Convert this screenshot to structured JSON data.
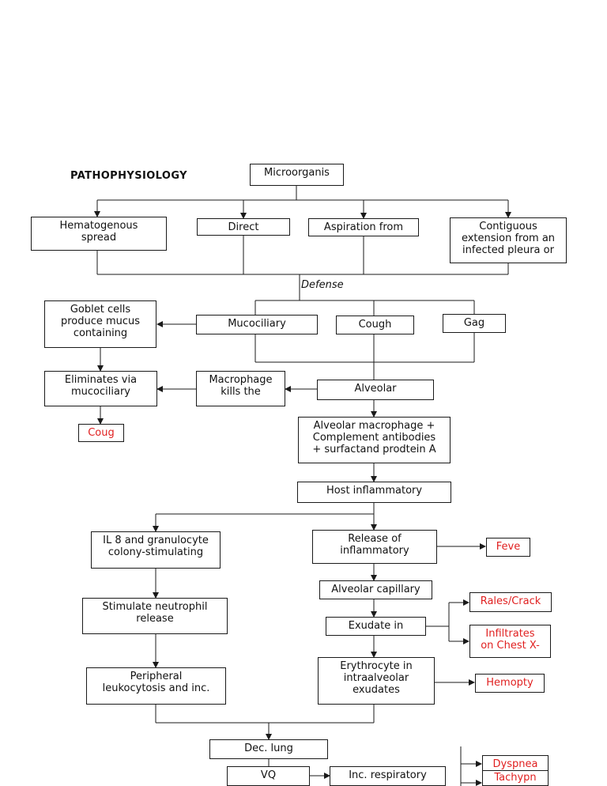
{
  "title": "PATHOPHYSIOLOGY",
  "nodes": {
    "microorganism": "Microorganis",
    "hematogenous": "Hematogenous\nspread",
    "direct": "Direct",
    "aspiration": "Aspiration from",
    "contiguous": "Contiguous\nextension from an\ninfected pleura or",
    "defense": "Defense",
    "goblet": "Goblet cells\nproduce mucus\ncontaining",
    "mucociliary": "Mucociliary",
    "cough": "Cough",
    "gag": "Gag",
    "eliminates": "Eliminates via\nmucociliary",
    "macrophage_kills": "Macrophage\nkills the",
    "alveolar": "Alveolar",
    "cough_sign": "Coug",
    "alveolar_macrophage": "Alveolar macrophage +\nComplement antibodies\n+ surfactand prodtein A",
    "host_inflammatory": "Host inflammatory",
    "il8": "IL 8 and granulocyte\ncolony-stimulating",
    "release_inflammatory": "Release of\ninflammatory",
    "fever": "Feve",
    "alveolar_capillary": "Alveolar capillary",
    "stimulate_neutrophil": "Stimulate neutrophil\nrelease",
    "exudate": "Exudate in",
    "rales": "Rales/Crack",
    "infiltrates": "Infiltrates\non Chest X-",
    "peripheral": "Peripheral\nleukocytosis and inc.",
    "erythrocyte": "Erythrocyte in\nintraalveolar\nexudates",
    "hemoptysis": "Hemopty",
    "dec_lung": "Dec. lung",
    "vq": "VQ",
    "inc_respiratory": "Inc. respiratory",
    "dyspnea": "Dyspnea",
    "tachypnea": "Tachypn"
  },
  "colors": {
    "line": "#1a1a1a",
    "finding": "#e02020"
  }
}
